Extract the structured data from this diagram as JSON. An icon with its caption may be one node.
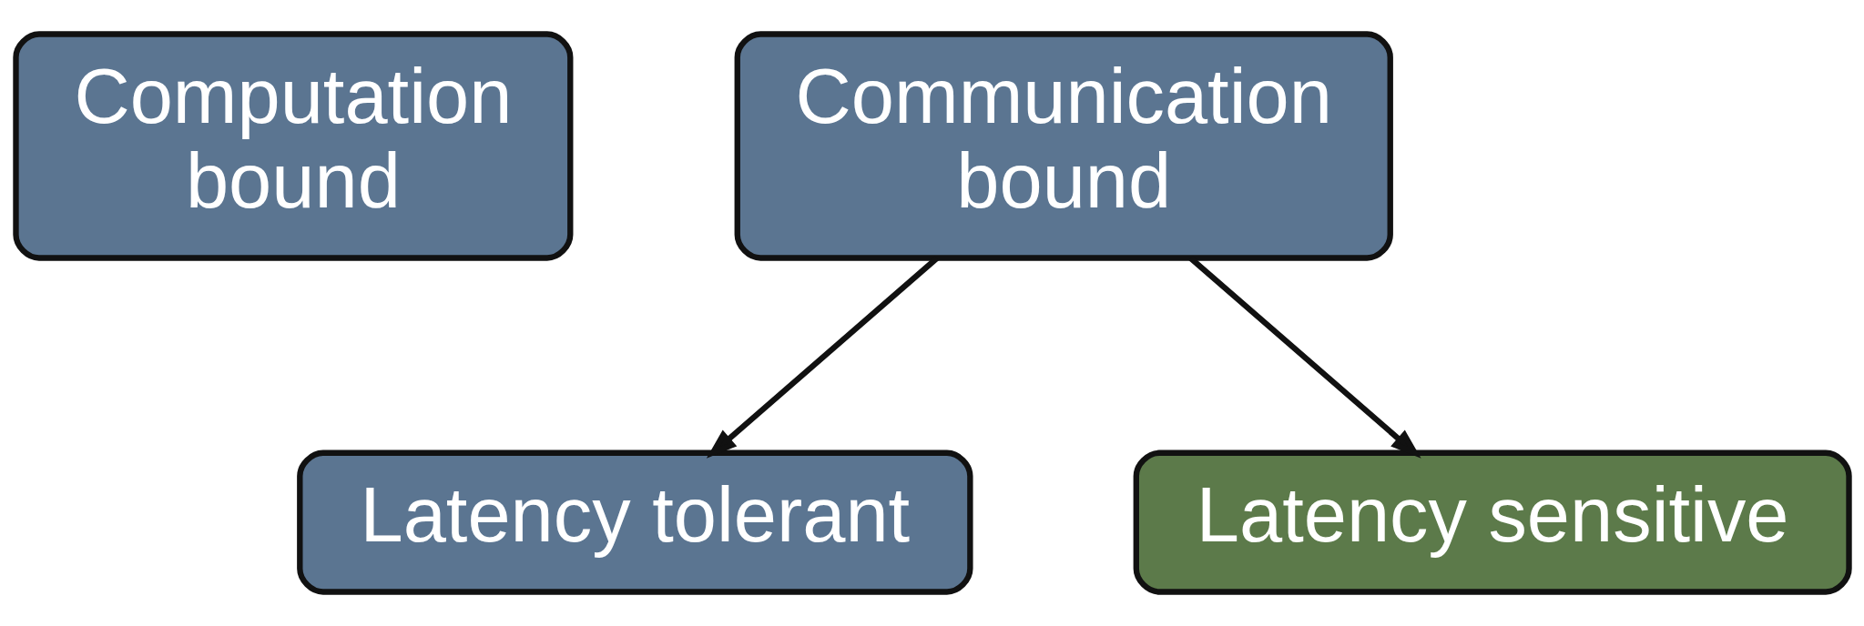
{
  "diagram": {
    "nodes": [
      {
        "text": [
          "Computation bound"
        ]
      },
      {
        "text": [
          "Communication bound"
        ]
      },
      {
        "text": [
          "Latency tolerant"
        ]
      },
      {
        "text": [
          "Latency sensitive"
        ]
      }
    ],
    "edges": [
      {
        "from": 1,
        "to": 2,
        "arrow": "to"
      },
      {
        "from": 1,
        "to": 3,
        "arrow": "to"
      }
    ]
  }
}
